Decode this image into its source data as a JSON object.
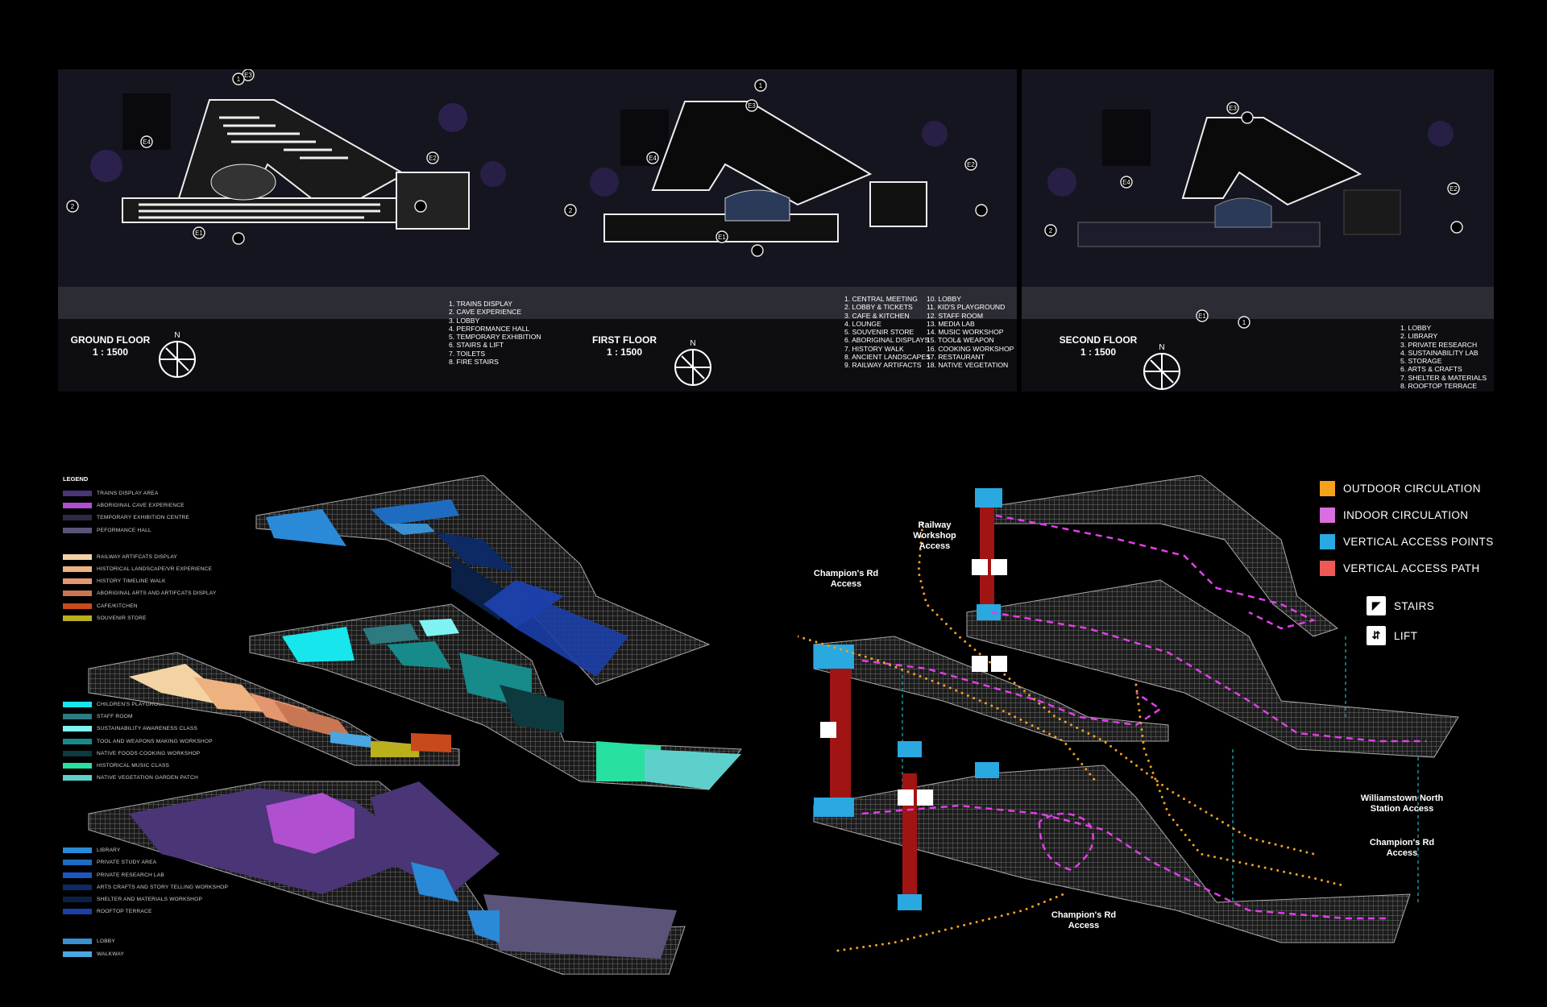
{
  "plans": [
    {
      "title_line1": "GROUND FLOOR",
      "title_line2": "1 : 1500",
      "compass_label": "N",
      "marks": [
        "E3",
        "E4",
        "E2",
        "E1",
        "1",
        "2"
      ],
      "legend": [
        "1. TRAINS DISPLAY",
        "2. CAVE EXPERIENCE",
        "3. LOBBY",
        "4. PERFORMANCE HALL",
        "5. TEMPORARY EXHIBITION",
        "6. STAIRS & LIFT",
        "7. TOILETS",
        "8. FIRE STAIRS"
      ]
    },
    {
      "title_line1": "FIRST FLOOR",
      "title_line2": "1 : 1500",
      "compass_label": "N",
      "marks": [
        "E3",
        "E4",
        "E2",
        "E1",
        "1",
        "2"
      ],
      "legend_col1": [
        "1. CENTRAL MEETING",
        "2. LOBBY & TICKETS",
        "3. CAFE & KITCHEN",
        "4. LOUNGE",
        "5. SOUVENIR STORE",
        "6. ABORIGINAL DISPLAYS",
        "7. HISTORY WALK",
        "8. ANCIENT LANDSCAPES",
        "9. RAILWAY ARTIFACTS"
      ],
      "legend_col2": [
        "10. LOBBY",
        "11. KID'S PLAYGROUND",
        "12. STAFF ROOM",
        "13. MEDIA LAB",
        "14. MUSIC WORKSHOP",
        "15. TOOL& WEAPON",
        "16. COOKING WORKSHOP",
        "17. RESTAURANT",
        "18. NATIVE VEGETATION"
      ]
    },
    {
      "title_line1": "SECOND FLOOR",
      "title_line2": "1 : 1500",
      "compass_label": "N",
      "marks": [
        "E3",
        "E4",
        "E2",
        "E1",
        "1",
        "2"
      ],
      "legend": [
        "1. LOBBY",
        "2. LIBRARY",
        "3. PRIVATE RESEARCH",
        "4. SUSTAINABILITY LAB",
        "5. STORAGE",
        "6. ARTS & CRAFTS",
        "7. SHELTER & MATERIALS",
        "8. ROOFTOP TERRACE"
      ]
    }
  ],
  "program_legend": {
    "title": "LEGEND",
    "groups": [
      [
        {
          "label": "TRAINS DISPLAY AREA",
          "color": "#4a3576"
        },
        {
          "label": "ABORIGINAL CAVE EXPERIENCE",
          "color": "#b04fd0"
        },
        {
          "label": "TEMPORARY EXHIBITION CENTRE",
          "color": "#2c2a44"
        },
        {
          "label": "PEFORMANCE HALL",
          "color": "#5c5478"
        }
      ],
      [
        {
          "label": "RAILWAY ARTIFCATS DISPLAY",
          "color": "#f3d3a4"
        },
        {
          "label": "HISTORICAL LANDSCAPE/VR EXPERIENCE",
          "color": "#eeb280"
        },
        {
          "label": "HISTORY TIMELINE WALK",
          "color": "#e39670"
        },
        {
          "label": "ABORIGINAL ARTS AND ARTIFCATS DISPLAY",
          "color": "#c87654"
        },
        {
          "label": "CAFE/KITCHEN",
          "color": "#c84a1c"
        },
        {
          "label": "SOUVENIR STORE",
          "color": "#b9b01c"
        }
      ],
      [
        {
          "label": "CHILDREN'S PLAYGROUND AREA",
          "color": "#17e6ec"
        },
        {
          "label": "STAFF ROOM",
          "color": "#2d7a80"
        },
        {
          "label": "SUSTAINABILITY AWARENESS CLASS",
          "color": "#7ef3f2"
        },
        {
          "label": "TOOL AND WEAPONS MAKING WORKSHOP",
          "color": "#178a8a"
        },
        {
          "label": "NATIVE FOODS COOKING WORKSHOP",
          "color": "#0d3a3e"
        },
        {
          "label": "HISTORICAL MUSIC CLASS",
          "color": "#28e0a0"
        },
        {
          "label": "NATIVE VEGETATION GARDEN PATCH",
          "color": "#5ed0cc"
        }
      ],
      [
        {
          "label": "LIBRARY",
          "color": "#2a8ad8"
        },
        {
          "label": "PRIVATE STUDY AREA",
          "color": "#1e6cc0"
        },
        {
          "label": "PRIVATE RESEARCH LAB",
          "color": "#1c58c4"
        },
        {
          "label": "ARTS CRAFTS AND STORY TELLING WORKSHOP",
          "color": "#0d2a66"
        },
        {
          "label": "SHELTER AND MATERIALS WORKSHOP",
          "color": "#0b2046"
        },
        {
          "label": "ROOFTOP TERRACE",
          "color": "#1c3fa8"
        }
      ],
      [
        {
          "label": "LOBBY",
          "color": "#3a8fd0"
        },
        {
          "label": "WALKWAY",
          "color": "#4aa6e0"
        }
      ]
    ]
  },
  "circulation_legend": [
    {
      "label": "OUTDOOR CIRCULATION",
      "color": "#f4a21c"
    },
    {
      "label": "INDOOR CIRCULATION",
      "color": "#d86ee0"
    },
    {
      "label": "VERTICAL ACCESS POINTS",
      "color": "#2aa8e0"
    },
    {
      "label": "VERTICAL ACCESS PATH",
      "color": "#f05858"
    }
  ],
  "symbols": {
    "stairs": "STAIRS",
    "lift": "LIFT"
  },
  "access_labels": {
    "railway_1": "Railway",
    "railway_2": "Workshop",
    "railway_3": "Access",
    "champ_top_1": "Champion's Rd",
    "champ_top_2": "Access",
    "williamstown_1": "Williamstown North",
    "williamstown_2": "Station Access",
    "champ_right_1": "Champion's Rd",
    "champ_right_2": "Access",
    "champ_bottom_1": "Champion's Rd",
    "champ_bottom_2": "Access"
  },
  "colors": {
    "outdoor": "#f4a21c",
    "indoor": "#e040e8",
    "vertical_point": "#2aa8e0",
    "vertical_path": "#a01414",
    "slab": "#2a2a2e",
    "edge": "#9a9a9a"
  }
}
